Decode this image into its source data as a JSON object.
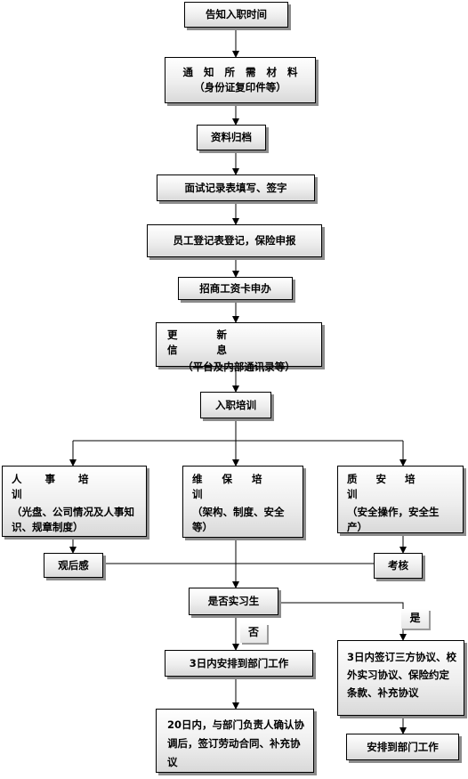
{
  "nodes": {
    "notify_time": "告知入职时间",
    "materials_title": "通知所需材料",
    "materials_sub": "（身份证复印件等）",
    "archive": "资料归档",
    "interview_record": "面试记录表填写、签字",
    "employee_register": "员工登记表登记，保险申报",
    "salary_card": "招商工资卡申办",
    "update_title": "更新信息",
    "update_sub": "（平台及内部通讯录等）",
    "onboarding_training": "入职培训",
    "hr_title": "人事培训",
    "hr_sub": "（光盘、公司情况及人事知识、规章制度）",
    "maint_title": "维保培训",
    "maint_sub": "（架构、制度、安全等）",
    "quality_title": "质安培训",
    "quality_sub": "（安全操作，安全生产）",
    "reflection": "观后感",
    "assessment": "考核",
    "is_intern": "是否实习生",
    "branch_no": "否",
    "branch_yes": "是",
    "no_step1": "3日内安排到部门工作",
    "no_step2": "20日内，与部门负责人确认协调后，签订劳动合同、补充协议",
    "yes_step1": "3日内签订三方协议、校外实习协议、保险约定条款、补充协议",
    "yes_step2": "安排到部门工作"
  }
}
